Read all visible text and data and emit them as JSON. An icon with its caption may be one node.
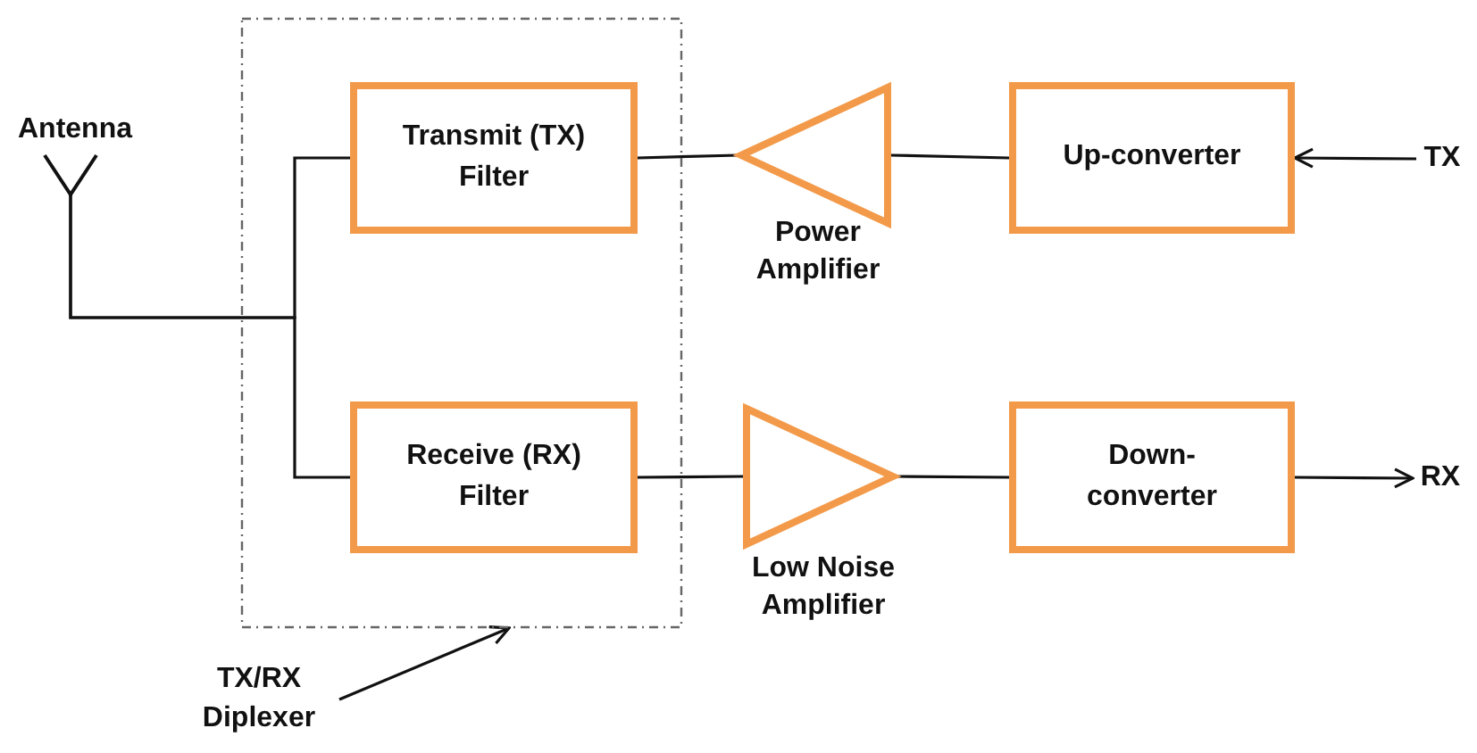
{
  "diagram": {
    "nodes": [
      {
        "text": [],
        "shape": "antenna",
        "beside": [
          "Antenna"
        ]
      },
      {
        "text": [],
        "shape": "box"
      },
      {
        "text": [
          "Transmit (TX) Filter"
        ],
        "in": 1
      },
      {
        "text": [
          "Receive (RX) Filter"
        ],
        "in": 1
      },
      {
        "text": [],
        "shape": "triangle",
        "beside": [
          "Power Amplifier"
        ]
      },
      {
        "text": [],
        "shape": "triangle",
        "beside": [
          "Low Noise Amplifier"
        ]
      },
      {
        "text": [
          "Up-converter"
        ]
      },
      {
        "text": [
          "Down- converter"
        ]
      },
      {
        "text": [
          "TX"
        ]
      },
      {
        "text": [
          "RX"
        ]
      },
      {
        "text": [
          "TX/RX Diplexer"
        ]
      }
    ],
    "edges": [
      {
        "from": 0,
        "to": 2,
        "arrow": "none"
      },
      {
        "from": 0,
        "to": 3,
        "arrow": "none"
      },
      {
        "from": 4,
        "to": 2,
        "arrow": "none"
      },
      {
        "from": 6,
        "to": 4,
        "arrow": "none"
      },
      {
        "from": 3,
        "to": 5,
        "arrow": "none"
      },
      {
        "from": 5,
        "to": 7,
        "arrow": "none"
      },
      {
        "from": 8,
        "to": 6,
        "arrow": "to"
      },
      {
        "from": 7,
        "to": 9,
        "arrow": "to"
      },
      {
        "from": 10,
        "to": 1,
        "arrow": "to"
      }
    ]
  }
}
